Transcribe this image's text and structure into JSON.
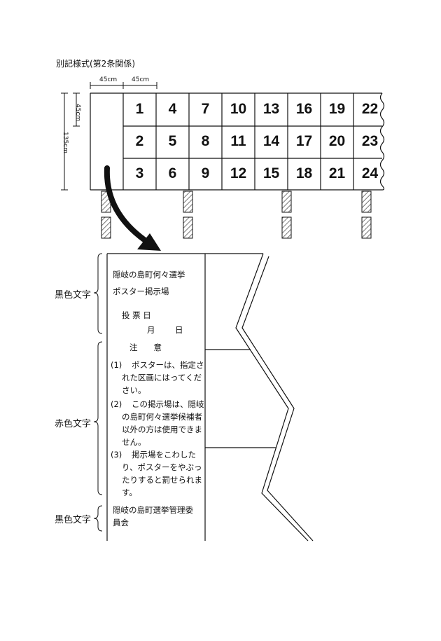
{
  "title": "別記様式(第2条関係)",
  "dimensions": {
    "width_first": "45cm",
    "width_second": "45cm",
    "height_cell": "45cm",
    "height_total": "135cm"
  },
  "board_numbers": [
    [
      "1",
      "4",
      "7",
      "10",
      "13",
      "16",
      "19",
      "22"
    ],
    [
      "2",
      "5",
      "8",
      "11",
      "14",
      "17",
      "20",
      "23"
    ],
    [
      "3",
      "6",
      "9",
      "12",
      "15",
      "18",
      "21",
      "24"
    ]
  ],
  "side_labels": {
    "black_top": "黒色文字",
    "red_middle": "赤色文字",
    "black_bottom": "黒色文字"
  },
  "notice": {
    "election": "隠岐の島町何々選挙",
    "board_name": "ポスター掲示場",
    "voting_day_label": "投 票 日",
    "month": "月",
    "day": "日",
    "caution_heading": "注　　意",
    "items": [
      {
        "num": "(1)",
        "text": "ポスターは、指定された区画にはってください。"
      },
      {
        "num": "(2)",
        "text": "この掲示場は、隠岐の島町何々選挙候補者以外の方は使用できません。"
      },
      {
        "num": "(3)",
        "text": "掲示場をこわしたり、ポスターをやぶったりすると罰せられます。"
      }
    ],
    "committee": "隠岐の島町選挙管理委員会"
  },
  "colors": {
    "ink": "#111111",
    "hatch": "#555555"
  }
}
